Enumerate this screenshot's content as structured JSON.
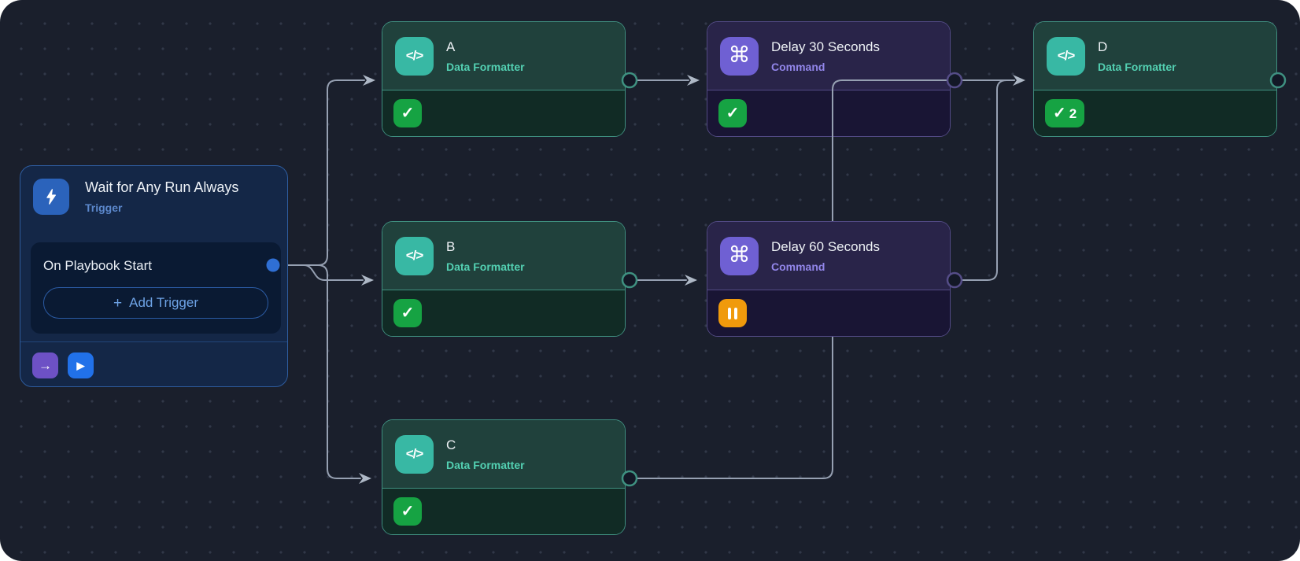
{
  "trigger_node": {
    "title": "Wait for Any Run Always",
    "type_label": "Trigger",
    "event_label": "On Playbook Start",
    "add_trigger": {
      "plus": "+",
      "label": "Add Trigger"
    }
  },
  "nodes": {
    "a": {
      "title": "A",
      "type_label": "Data Formatter",
      "status": "success"
    },
    "delay30": {
      "title": "Delay 30 Seconds",
      "type_label": "Command",
      "status": "success"
    },
    "d": {
      "title": "D",
      "type_label": "Data Formatter",
      "status": "success",
      "success_count": "2"
    },
    "b": {
      "title": "B",
      "type_label": "Data Formatter",
      "status": "success"
    },
    "delay60": {
      "title": "Delay 60 Seconds",
      "type_label": "Command",
      "status": "paused"
    },
    "c": {
      "title": "C",
      "type_label": "Data Formatter",
      "status": "success"
    }
  },
  "glyphs": {
    "code": "</>",
    "command": "⌘",
    "check": "✓",
    "arrow_right": "→",
    "play": "▶"
  },
  "colors": {
    "canvas_bg": "#1a1f2c",
    "edge": "#96a0b2",
    "formatter_accent": "#38b8a4",
    "command_accent": "#6f60d3",
    "trigger_accent": "#2b63bb",
    "success": "#16a343",
    "paused": "#f09a0c",
    "trigger_port": "#2f6fd4"
  }
}
